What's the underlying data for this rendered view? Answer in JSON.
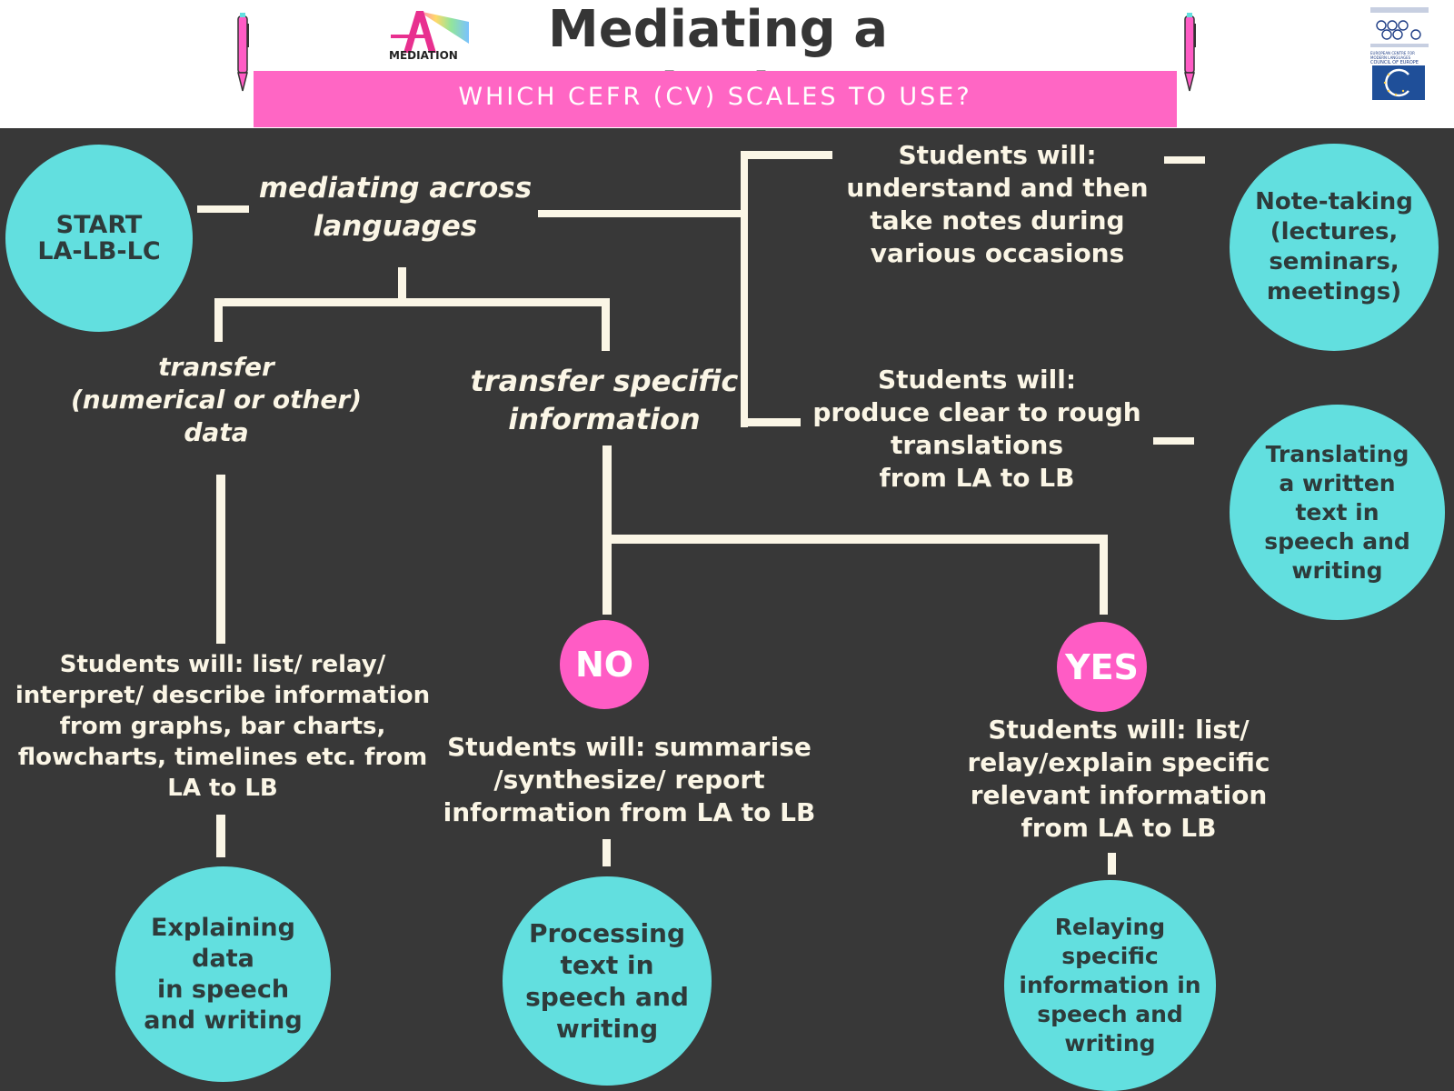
{
  "header": {
    "title": "Mediating a text",
    "banner": "WHICH CEFR (CV) SCALES TO USE?",
    "mediation_logo_text": "MEDIATION",
    "ecml_logo_text": "EUROPEAN CENTRE FOR MODERN LANGUAGES",
    "coe_logo_text": "COUNCIL OF EUROPE"
  },
  "colors": {
    "background": "#383838",
    "accent_pink": "#ff66c4",
    "node_cyan": "#62dfdf",
    "line_cream": "#fbf6e6"
  },
  "flow": {
    "start": "START\nLA-LB-LC",
    "mediating": "mediating across\nlanguages",
    "notes_text": "Students will:\nunderstand and then\ntake notes during\nvarious occasions",
    "notes_scale": "Note-taking\n(lectures,\nseminars,\nmeetings)",
    "translation_text": "Students will:\nproduce clear to rough\ntranslations\nfrom LA  to LB",
    "translation_scale": "Translating\na written\ntext in\nspeech and\nwriting",
    "transfer_data": "transfer\n(numerical or other)\ndata",
    "transfer_specific": "transfer specific\ninformation",
    "data_text": "Students will: list/ relay/\ninterpret/ describe information\nfrom graphs, bar charts,\nflowcharts, timelines etc. from\nLA to LB",
    "data_scale": "Explaining\ndata\nin speech\nand writing",
    "no_label": "NO",
    "yes_label": "YES",
    "no_text": "Students will: summarise\n/synthesize/ report\ninformation from LA to LB",
    "no_scale": "Processing\ntext in\nspeech and\nwriting",
    "yes_text": "Students will: list/\nrelay/explain specific\nrelevant information\nfrom LA to LB",
    "yes_scale": "Relaying\nspecific\ninformation in\nspeech and\nwriting"
  }
}
